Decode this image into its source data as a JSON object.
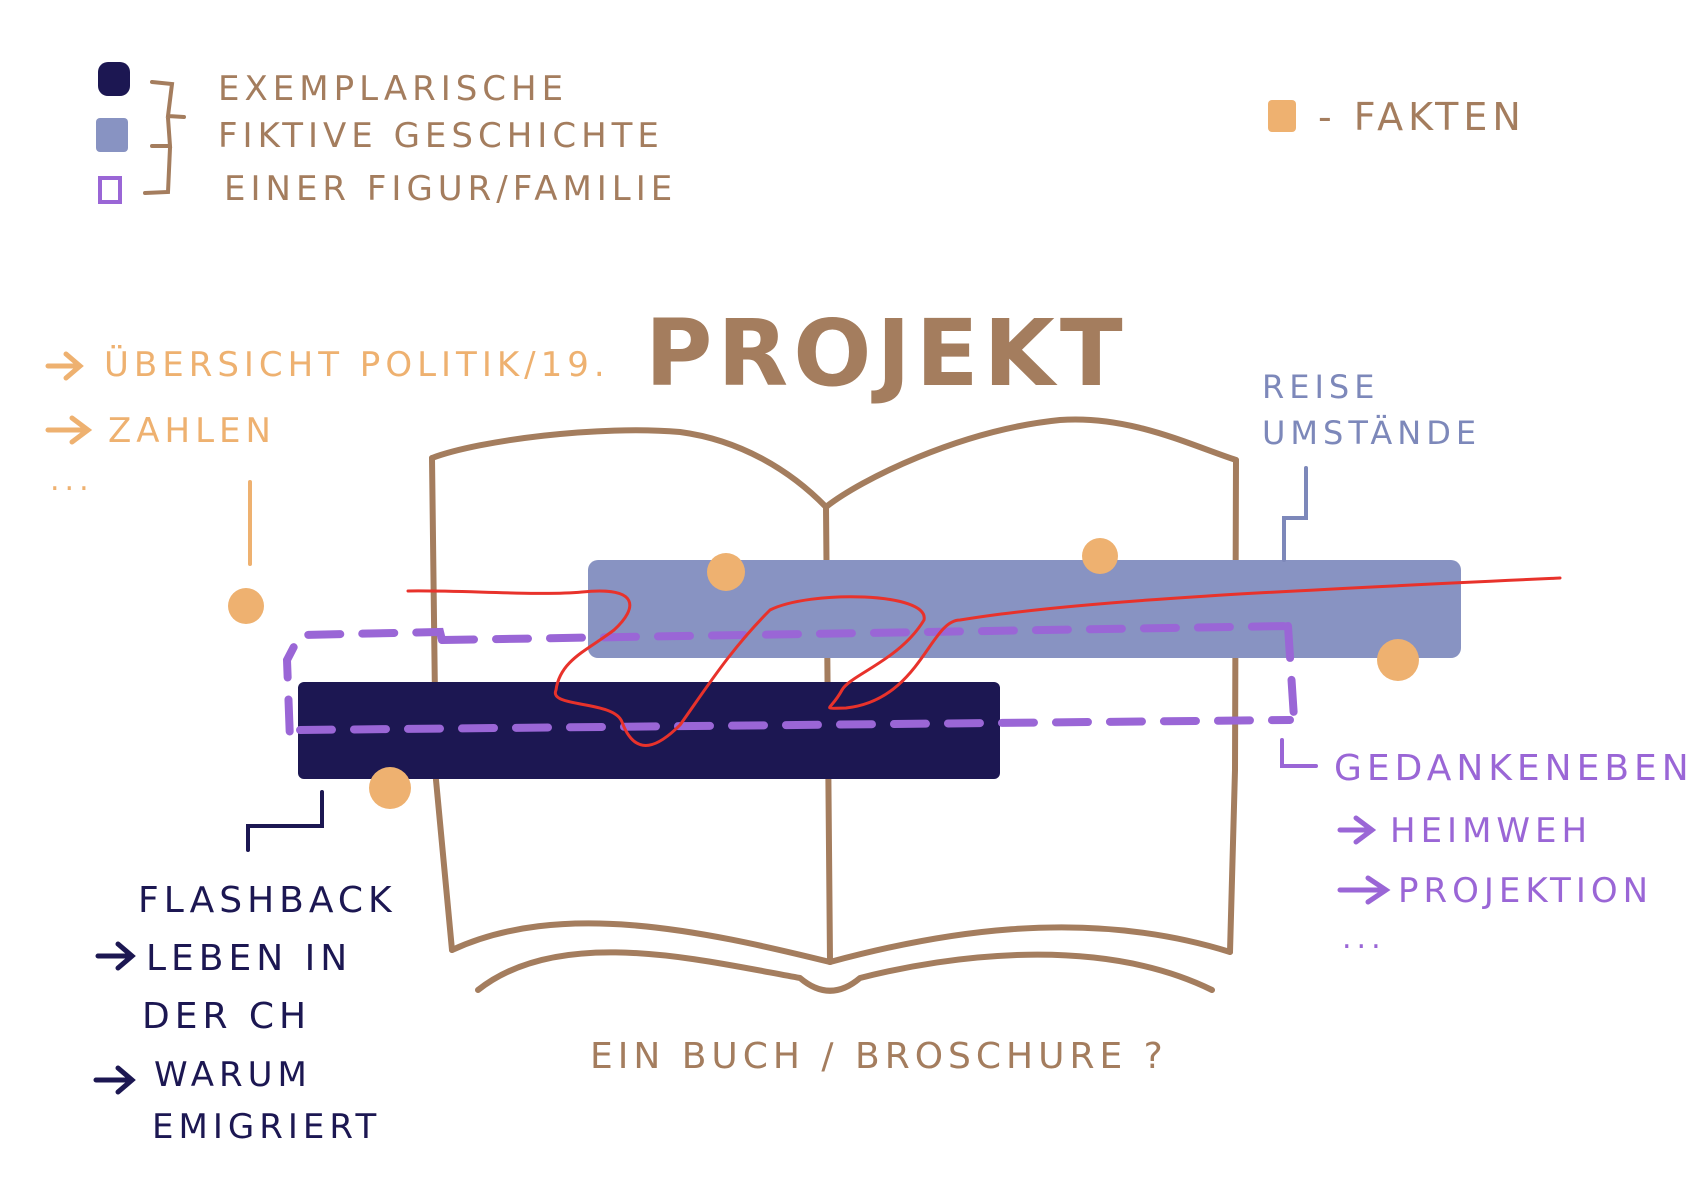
{
  "legend": {
    "story_lines": [
      "EXEMPLARISCHE",
      "FIKTIVE  GESCHICHTE",
      "EINER FIGUR/FAMILIE"
    ],
    "facts_label": "- FAKTEN"
  },
  "title": "PROJEKT",
  "facts_notes": {
    "items": [
      "ÜBERSICHT POLITIK/19.",
      "ZAHLEN"
    ],
    "more": "..."
  },
  "travel": {
    "lines": [
      "REISE",
      "UMSTÄNDE"
    ]
  },
  "flashback": {
    "heading": "FLASHBACK",
    "item1_lines": [
      "LEBEN IN",
      "DER CH"
    ],
    "item2_lines": [
      "WARUM",
      "EMIGRIERT"
    ]
  },
  "thought_level": {
    "heading": "GEDANKENEBENE",
    "items": [
      "HEIMWEH",
      "PROJEKTION"
    ],
    "more": "..."
  },
  "caption": "EIN BUCH / BROSCHURE ?",
  "colors": {
    "navy": "#1c1752",
    "slate_blue": "#7d88ba",
    "purple": "#9a66d6",
    "orange": "#eeb170",
    "brown": "#a47d5e",
    "red": "#e8322b"
  }
}
